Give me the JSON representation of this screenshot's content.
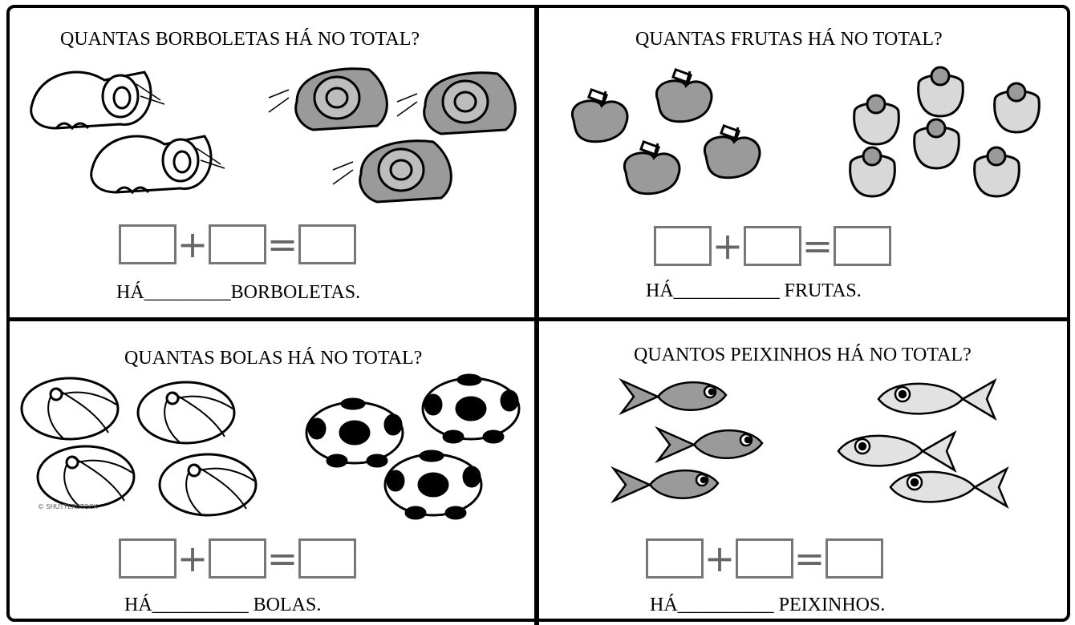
{
  "panels": [
    {
      "question": "QUANTAS BORBOLETAS HÁ NO TOTAL?",
      "answer_prefix": "HÁ",
      "blank": "_________",
      "answer_suffix": "BORBOLETAS."
    },
    {
      "question": "QUANTAS FRUTAS HÁ NO TOTAL?",
      "answer_prefix": "HÁ",
      "blank": "___________",
      "answer_suffix": " FRUTAS."
    },
    {
      "question": "QUANTAS BOLAS HÁ NO TOTAL?",
      "answer_prefix": "HÁ",
      "blank": "__________",
      "answer_suffix": " BOLAS."
    },
    {
      "question": "QUANTOS PEIXINHOS HÁ NO TOTAL?",
      "answer_prefix": "HÁ",
      "blank": "__________",
      "answer_suffix": " PEIXINHOS."
    }
  ],
  "equation": {
    "plus": "+",
    "equals": "="
  },
  "watermark": "© SHUTTERSTOCK",
  "colors": {
    "border": "#000000",
    "box": "#777777",
    "fill_gray": "#9a9a9a",
    "fill_light": "#d8d8d8"
  }
}
